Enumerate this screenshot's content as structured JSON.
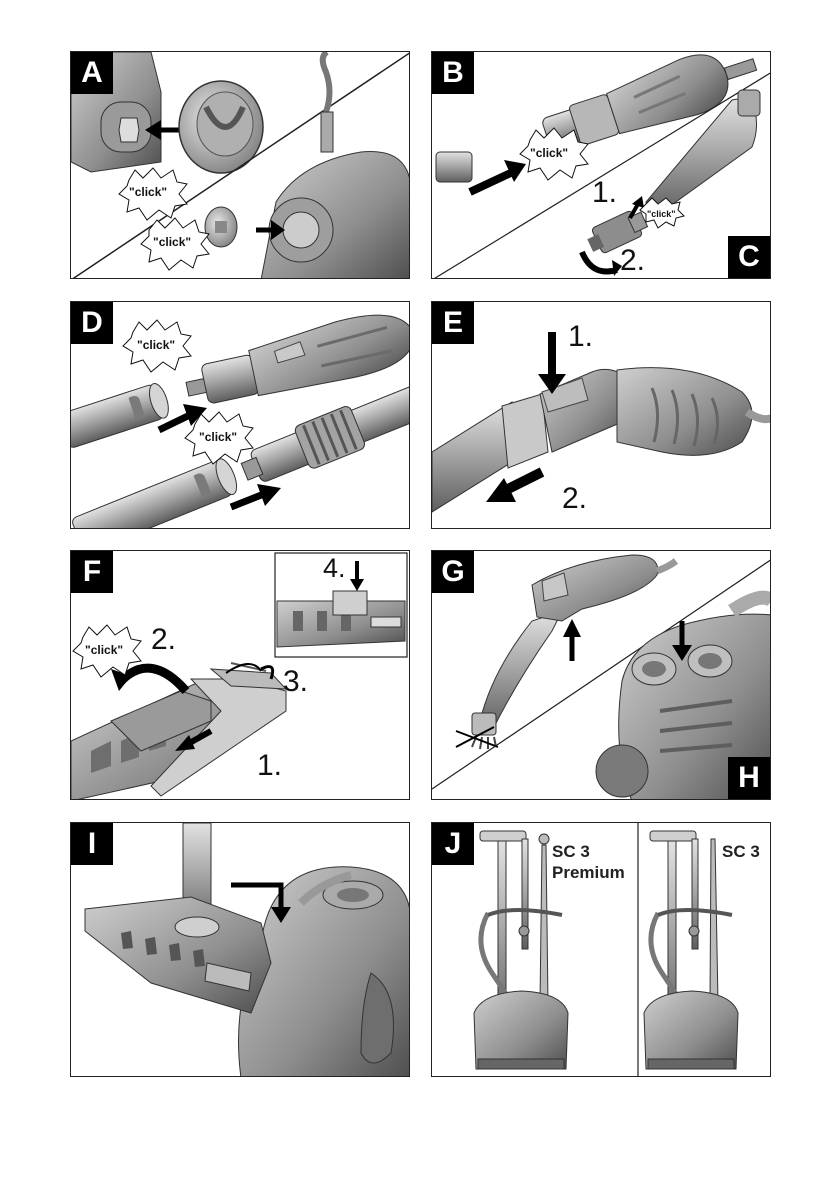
{
  "panels": {
    "A": {
      "letter": "A",
      "sounds": [
        "\"click\"",
        "\"click\""
      ]
    },
    "B": {
      "letter": "B",
      "sound": "\"click\""
    },
    "C": {
      "letter": "C",
      "sound": "\"click\"",
      "steps": [
        "1.",
        "2."
      ]
    },
    "D": {
      "letter": "D",
      "sounds": [
        "\"click\"",
        "\"click\""
      ]
    },
    "E": {
      "letter": "E",
      "steps": [
        "1.",
        "2."
      ]
    },
    "F": {
      "letter": "F",
      "sound": "\"click\"",
      "steps": [
        "1.",
        "2.",
        "3.",
        "4."
      ]
    },
    "G": {
      "letter": "G"
    },
    "H": {
      "letter": "H"
    },
    "I": {
      "letter": "I"
    },
    "J": {
      "letter": "J",
      "models": [
        "SC 3",
        "Premium",
        "SC 3"
      ]
    }
  },
  "colors": {
    "frame": "#222222",
    "letter_bg": "#000000",
    "device_light": "#bdbdbd",
    "device_mid": "#8f8f8f",
    "device_dark": "#5c5c5c"
  }
}
